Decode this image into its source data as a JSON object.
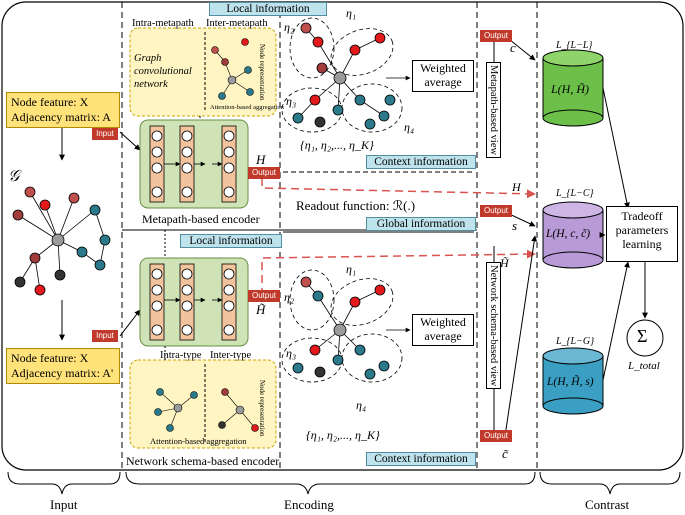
{
  "sections": {
    "input": "Input",
    "encoding": "Encoding",
    "contrast": "Contrast"
  },
  "inputs": {
    "graph_symbol": "𝒢",
    "top": {
      "node_feature": "Node feature: X",
      "adjacency": "Adjacency matrix: A"
    },
    "bottom": {
      "node_feature": "Node feature: X",
      "adjacency": "Adjacency matrix: A'"
    },
    "input_button": "Input"
  },
  "metapath_encoder": {
    "title": "Metapath-based encoder",
    "intra": "Intra-metapath",
    "inter": "Inter-metapath",
    "gcn": "Graph convolutional network",
    "node_repr": "Node representation",
    "attention": "Attention-based aggregation",
    "output_symbol": "H"
  },
  "schema_encoder": {
    "title": "Network schema-based encoder",
    "intra": "Intra-type",
    "inter": "Inter-type",
    "node_repr": "Node representation",
    "attention": "Attention-based aggregation",
    "output_symbol": "H̃"
  },
  "info_labels": {
    "local_top": "Local information",
    "context_top": "Context information",
    "global": "Global information",
    "local_bottom": "Local information",
    "context_bottom": "Context information"
  },
  "metapath_cluster": {
    "labels": [
      "η₁",
      "η₂",
      "η₃",
      "η₄"
    ],
    "set": "{η₁, η₂,..., η_K}",
    "weighted": "Weighted average"
  },
  "schema_cluster": {
    "labels": [
      "η₁",
      "η₂",
      "η₃",
      "η₄"
    ],
    "set": "{η₁, η₂,..., η_K}",
    "weighted": "Weighted average"
  },
  "readout": "Readout function: ℛ(.)",
  "views": {
    "metapath": "Metapath-based view",
    "schema": "Network schema-based view"
  },
  "symbols": {
    "c": "c",
    "H": "H",
    "s": "s",
    "Htilde": "H̃",
    "ctilde": "c̃"
  },
  "output_button": "Output",
  "losses": {
    "LL": {
      "label": "L_{L−L}",
      "formula": "L(H, H̃)",
      "color": "#6cc04a"
    },
    "LC": {
      "label": "L_{L−C}",
      "formula": "L(H, c, c̃)",
      "color": "#b79ad6"
    },
    "LG": {
      "label": "L_{L−G}",
      "formula": "L(H, H̃, s)",
      "color": "#3a9fc2"
    }
  },
  "tradeoff": "Tradeoff parameters learning",
  "sum_symbol": "Σ",
  "total": "L_total"
}
